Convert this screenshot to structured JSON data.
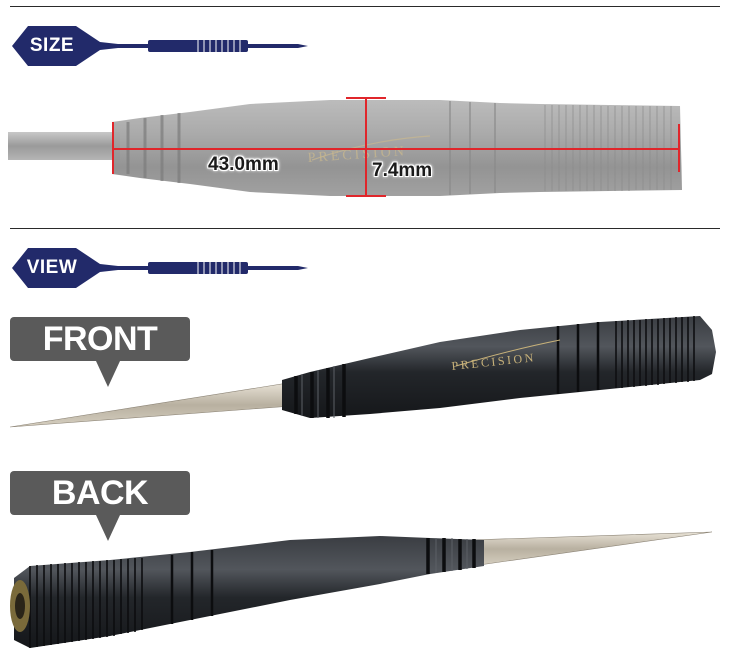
{
  "size_section": {
    "badge_label": "SIZE",
    "length_label": "43.0mm",
    "diameter_label": "7.4mm",
    "barrel_logo": "PRECISION"
  },
  "view_section": {
    "badge_label": "VIEW",
    "front_label": "FRONT",
    "back_label": "BACK",
    "barrel_logo": "PRECISION"
  },
  "colors": {
    "badge_navy": "#222a6a",
    "callout_gray": "#5a5a5a",
    "measure_red": "#e0262b",
    "barrel_black": "#1f2226",
    "barrel_gray_photo": "#9a9a9a",
    "logo_gold": "#c8b27a"
  },
  "icons": {
    "size_badge": "dart-icon",
    "view_badge": "dart-icon"
  }
}
